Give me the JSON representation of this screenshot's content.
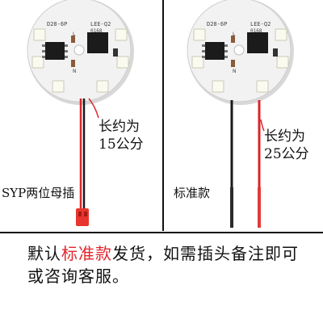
{
  "left_panel": {
    "board_text": [
      "D28-6P",
      "LEE-Q2",
      "0168",
      "L",
      "N"
    ],
    "length_label": [
      "长约为",
      "15公分"
    ],
    "connector_label": "SYP两位母插"
  },
  "right_panel": {
    "board_text": [
      "D28-6P",
      "LEE-Q2",
      "0168",
      "L",
      "N"
    ],
    "length_label": [
      "长约为",
      "25公分"
    ],
    "variant_label": "标准款"
  },
  "footer": {
    "line1_prefix": "默认",
    "line1_highlight": "标准款",
    "line1_suffix": "发货，如需插头备注即可",
    "line2": "或咨询客服。"
  },
  "colors": {
    "board": "#f2f2f2",
    "led": "#f7f7e8",
    "wire_red": "#d8262b",
    "wire_black": "#1a1a1a",
    "highlight": "#e0252c"
  }
}
